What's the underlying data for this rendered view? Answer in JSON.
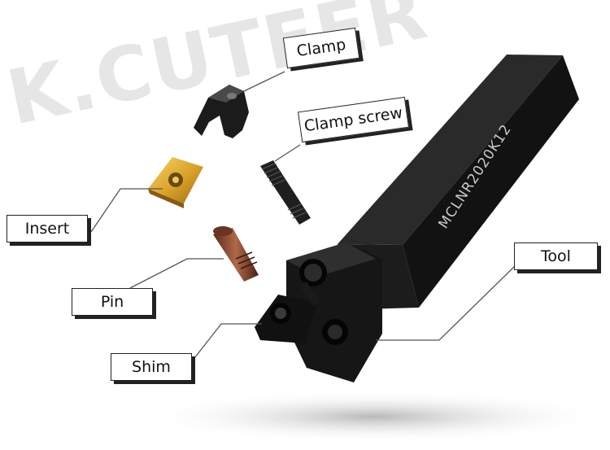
{
  "watermark": "K.CUTEER",
  "tool_marking": "MCLNR2020K12",
  "labels": {
    "clamp": "Clamp",
    "clamp_screw": "Clamp screw",
    "insert": "Insert",
    "pin": "Pin",
    "tool": "Tool",
    "shim": "Shim"
  }
}
